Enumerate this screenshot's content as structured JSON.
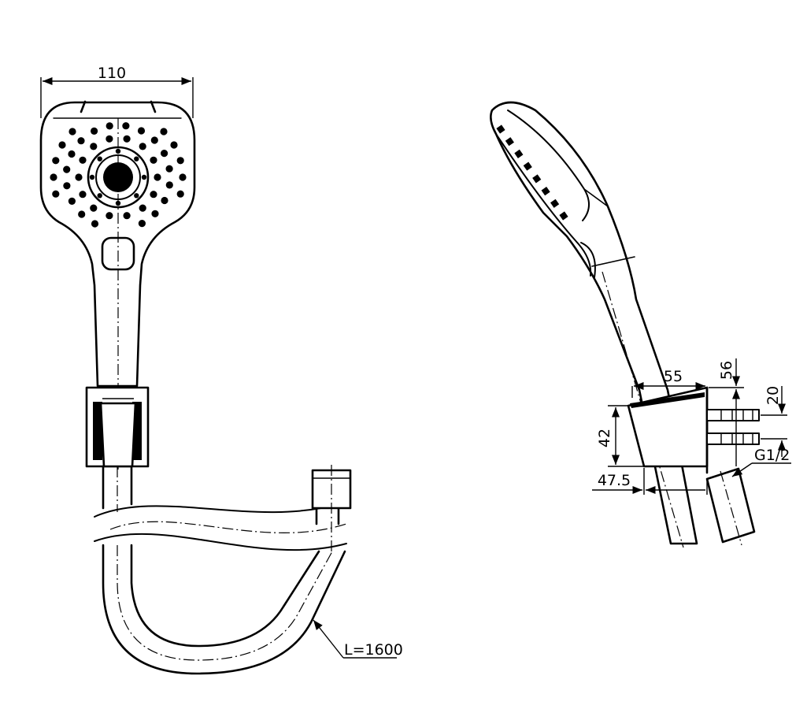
{
  "dimensions": {
    "head_width": "110",
    "hose_length": "L=1600",
    "bracket_depth": "55",
    "bracket_height": "56",
    "inlet_spacing": "20",
    "bracket_mount_height": "42",
    "bracket_offset": "47.5",
    "thread": "G1/2"
  },
  "colors": {
    "line": "#000000",
    "background": "#ffffff"
  }
}
